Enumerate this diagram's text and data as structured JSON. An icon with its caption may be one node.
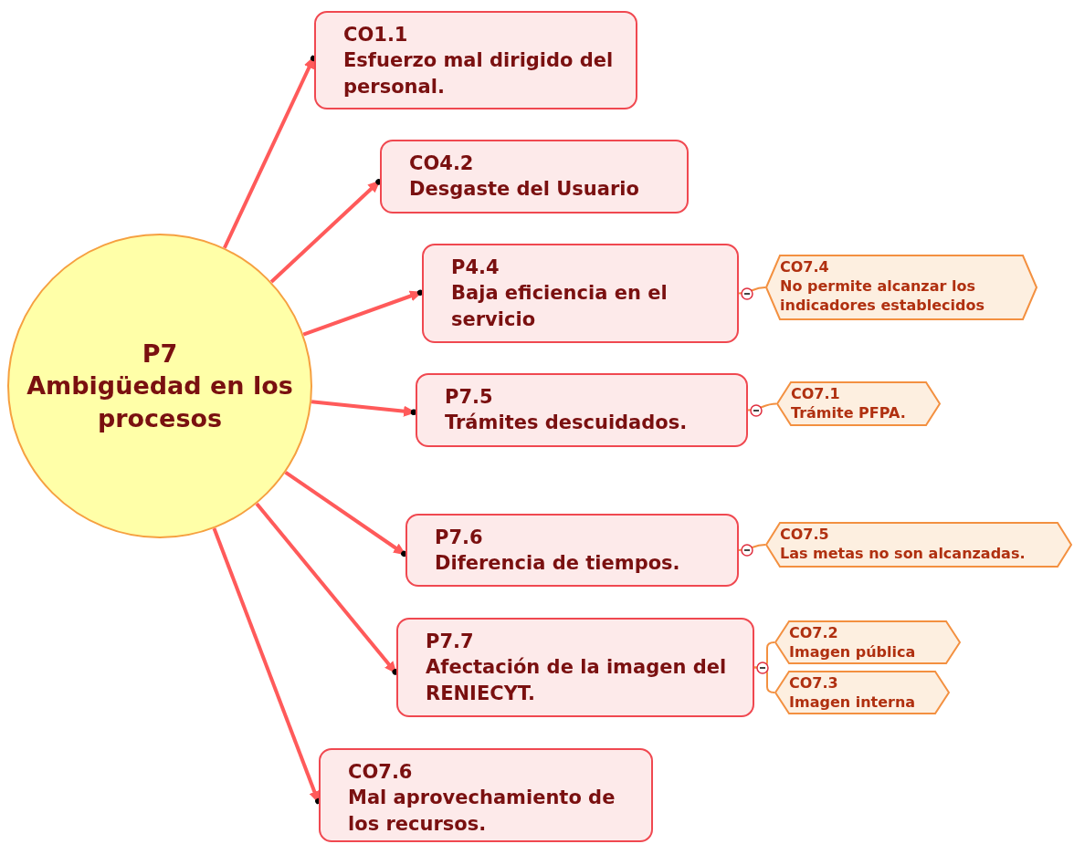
{
  "diagram": {
    "nodes": [
      {
        "text": [
          "P7",
          "Ambigüedad en los procesos"
        ]
      },
      {
        "text": [
          "CO1.1",
          "Esfuerzo mal dirigido del personal."
        ]
      },
      {
        "text": [
          "CO4.2",
          "Desgaste del Usuario"
        ]
      },
      {
        "text": [
          "P4.4",
          "Baja eficiencia en el servicio"
        ]
      },
      {
        "text": [
          "P7.5",
          "Trámites descuidados."
        ]
      },
      {
        "text": [
          "P7.6",
          "Diferencia de tiempos."
        ]
      },
      {
        "text": [
          "P7.7",
          "Afectación de la imagen del RENIECYT."
        ]
      },
      {
        "text": [
          "CO7.6",
          "Mal aprovechamiento de los recursos."
        ]
      },
      {
        "text": [
          "CO7.4",
          "No permite alcanzar los indicadores establecidos"
        ]
      },
      {
        "text": [
          "CO7.1",
          "Trámite PFPA."
        ]
      },
      {
        "text": [
          "CO7.5",
          "Las metas no son alcanzadas."
        ]
      },
      {
        "text": [
          "CO7.2",
          "Imagen pública"
        ]
      },
      {
        "text": [
          "CO7.3",
          "Imagen interna"
        ]
      }
    ],
    "edges": [
      {
        "from": 0,
        "to": 1,
        "arrow": "to"
      },
      {
        "from": 0,
        "to": 2,
        "arrow": "to"
      },
      {
        "from": 0,
        "to": 3,
        "arrow": "to"
      },
      {
        "from": 0,
        "to": 4,
        "arrow": "to"
      },
      {
        "from": 0,
        "to": 5,
        "arrow": "to"
      },
      {
        "from": 0,
        "to": 6,
        "arrow": "to"
      },
      {
        "from": 0,
        "to": 7,
        "arrow": "to"
      },
      {
        "from": 3,
        "to": 8,
        "arrow": "none",
        "color": "#f39040"
      },
      {
        "from": 4,
        "to": 9,
        "arrow": "none",
        "color": "#f39040"
      },
      {
        "from": 5,
        "to": 10,
        "arrow": "none",
        "color": "#f39040"
      },
      {
        "from": 6,
        "to": 11,
        "arrow": "none",
        "color": "#f39040"
      },
      {
        "from": 6,
        "to": 12,
        "arrow": "none",
        "color": "#f39040"
      }
    ]
  }
}
